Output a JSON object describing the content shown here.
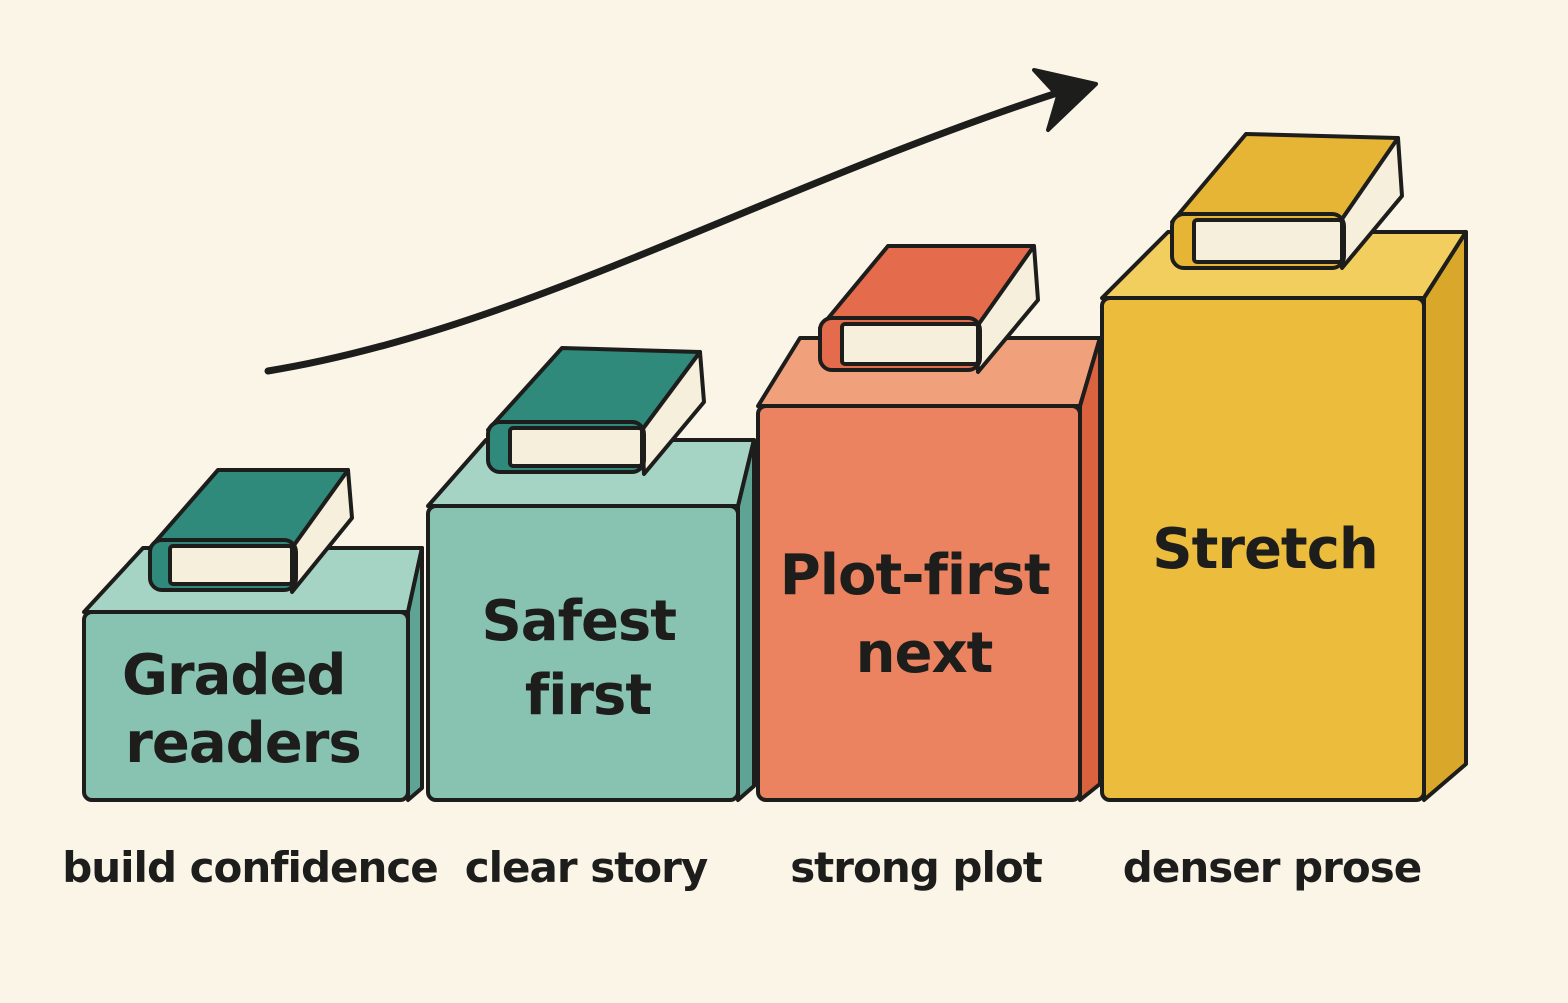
{
  "steps": [
    {
      "label_lines": [
        "Graded",
        "readers"
      ],
      "caption": "build confidence",
      "color": "#88c3b2",
      "book_color": "#2f8a7c"
    },
    {
      "label_lines": [
        "Safest",
        "first"
      ],
      "caption": "clear story",
      "color": "#88c3b2",
      "book_color": "#2f8a7c"
    },
    {
      "label_lines": [
        "Plot-first",
        "next"
      ],
      "caption": "strong plot",
      "color": "#ec8360",
      "book_color": "#e46c4c"
    },
    {
      "label_lines": [
        "Stretch"
      ],
      "caption": "denser prose",
      "color": "#ecbd3c",
      "book_color": "#e7b535"
    }
  ],
  "icons": {
    "book": "book-icon",
    "arrow": "rising-arrow-icon"
  },
  "colors": {
    "background": "#fbf5e8",
    "outline": "#1d1d1b",
    "page_edge": "#f6efdc"
  }
}
